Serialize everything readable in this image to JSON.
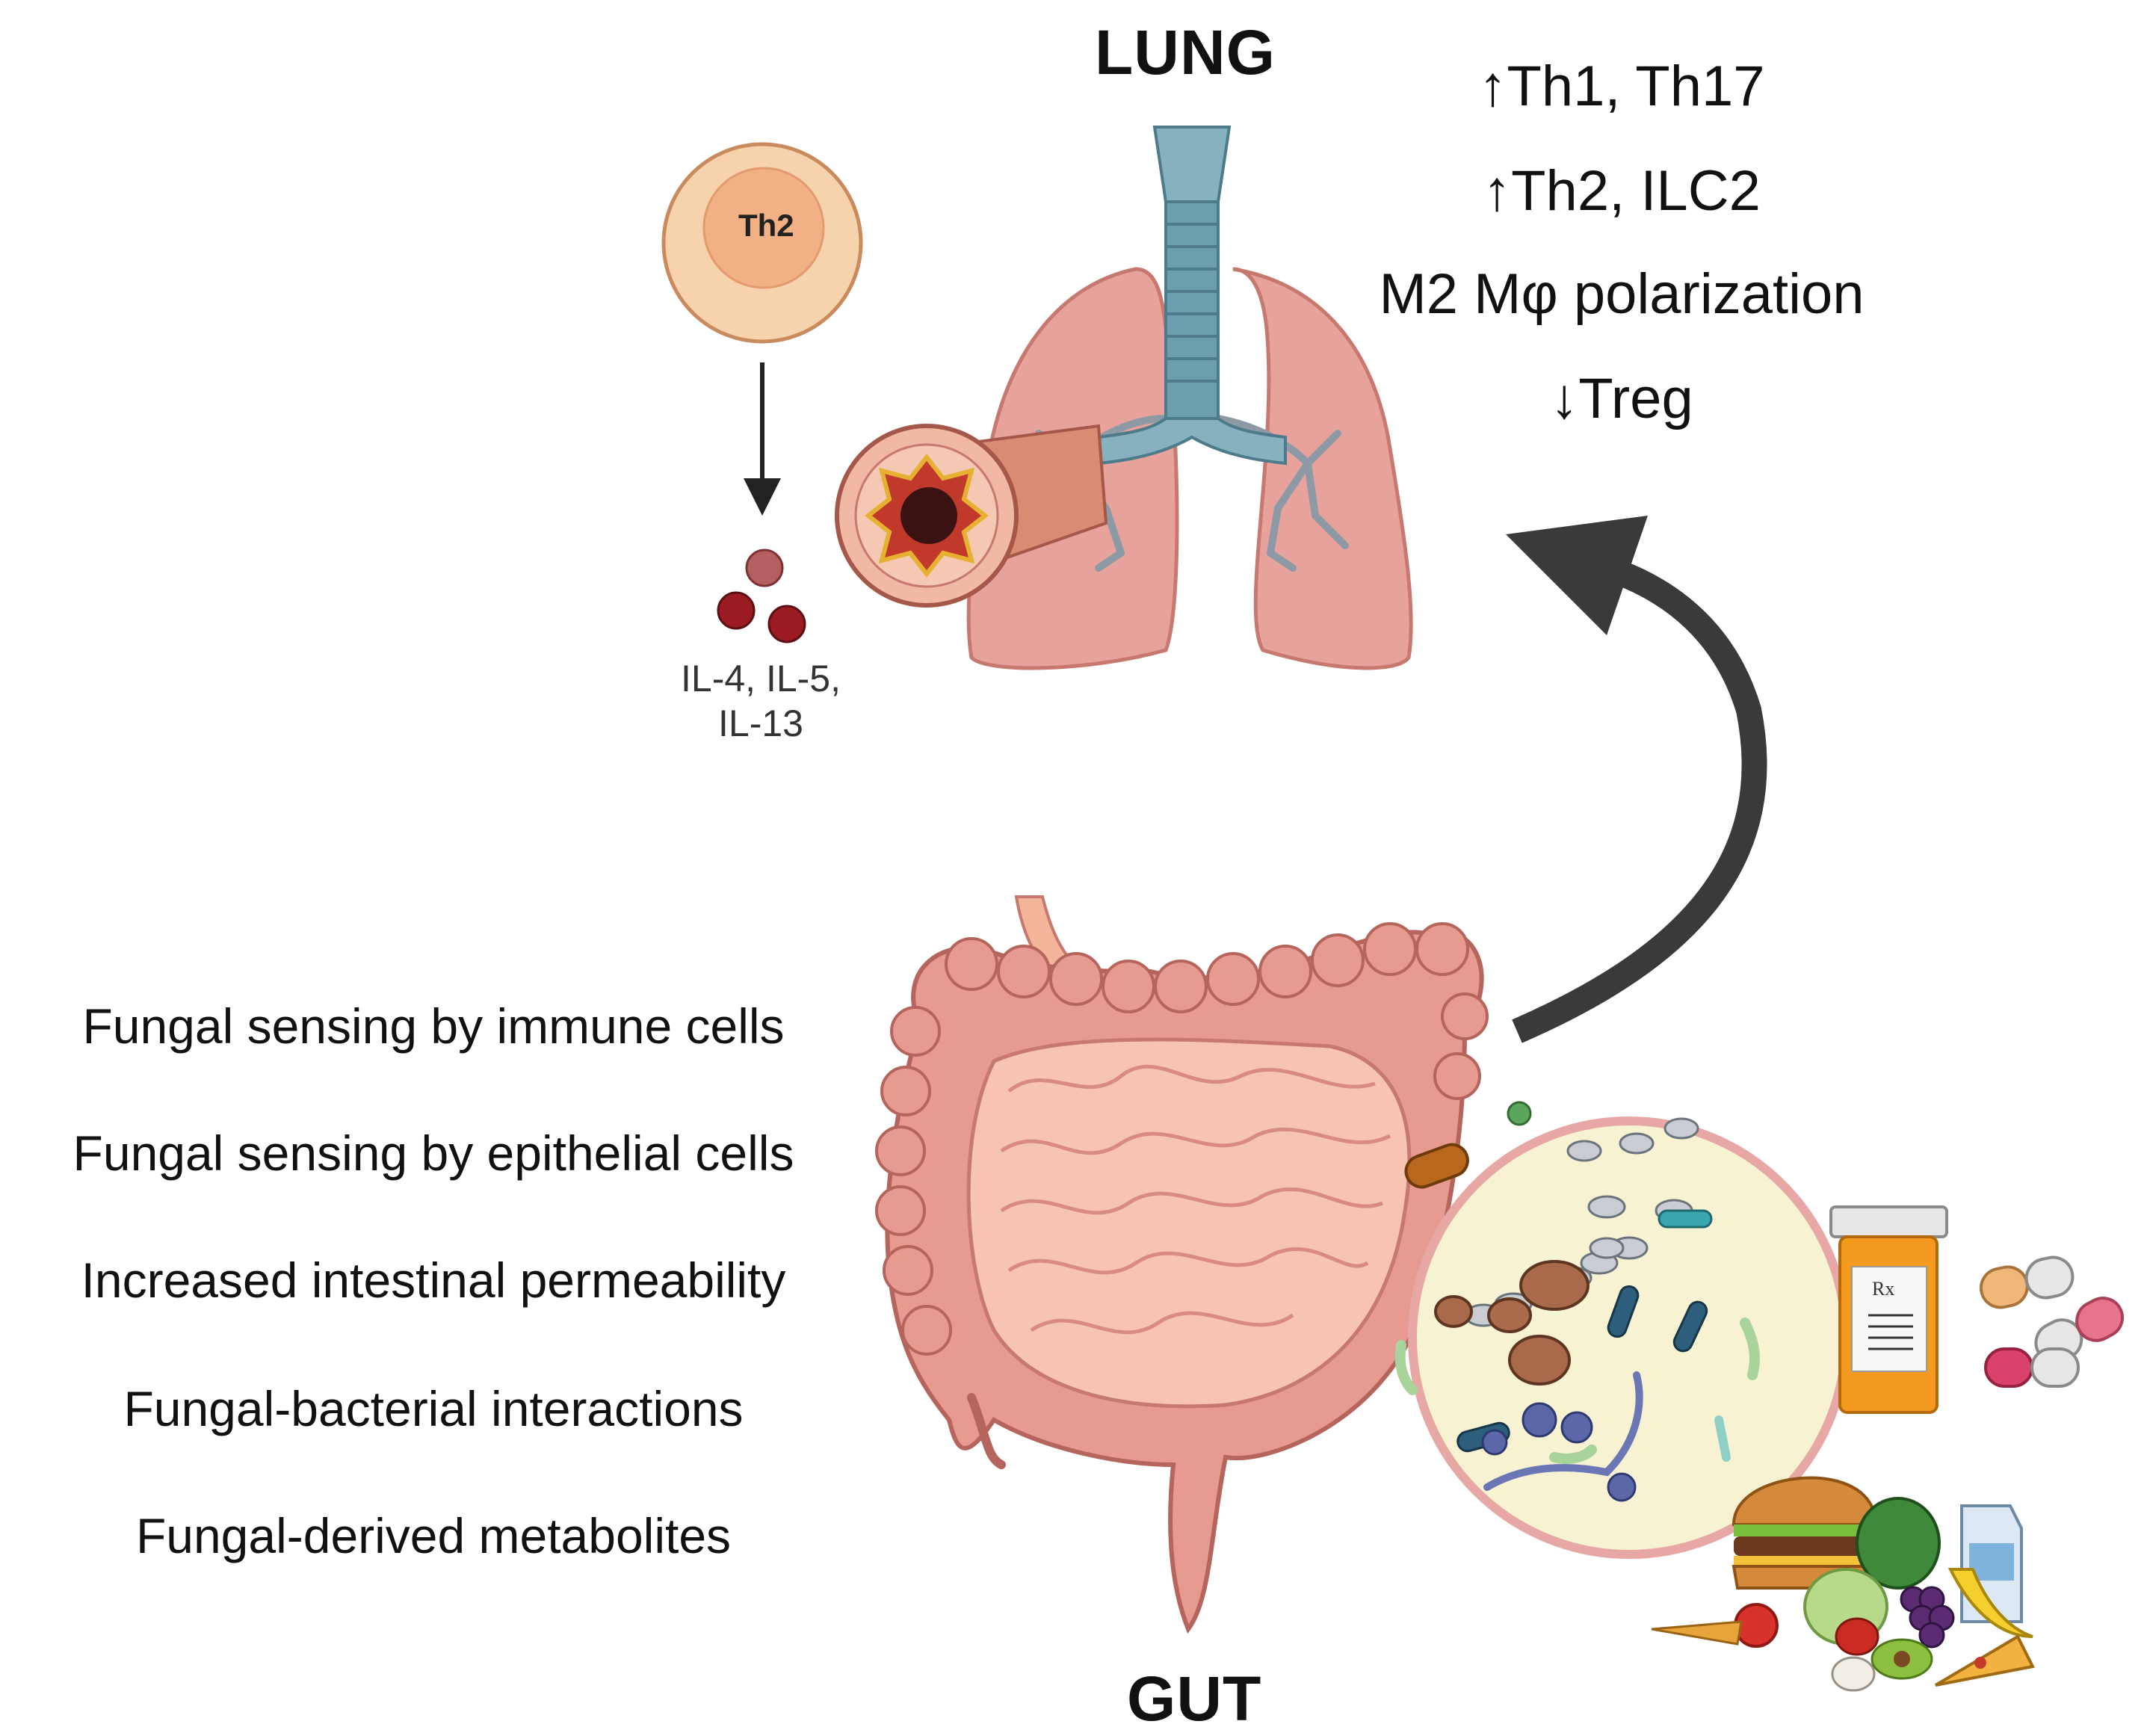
{
  "lung": {
    "title": "LUNG",
    "responses": [
      "↑Th1, Th17",
      "↑Th2, ILC2",
      "M2 Mφ polarization",
      "↓Treg"
    ]
  },
  "th2_cell": {
    "label": "Th2",
    "cytokines_line1": "IL-4, IL-5,",
    "cytokines_line2": "IL-13"
  },
  "gut": {
    "title": "GUT",
    "mechanisms": [
      "Fungal sensing by immune cells",
      "Fungal sensing by epithelial cells",
      "Increased intestinal permeability",
      "Fungal-bacterial interactions",
      "Fungal-derived metabolites"
    ]
  },
  "medication": {
    "rx_label": "Rx"
  },
  "colors": {
    "lung_tissue": "#e8a29c",
    "trachea": "#6b9fae",
    "intestine": "#e79a8f",
    "microbiome_bg": "#f7f3d2",
    "arrow": "#3a3a3a",
    "th2_outer": "#f7d3ad",
    "th2_inner": "#f2b185"
  },
  "icons": [
    "th2-cell-icon",
    "cytokine-icon",
    "lung-icon",
    "trachea-icon",
    "airway-crosssection-icon",
    "intestine-icon",
    "microbiome-icon",
    "pill-bottle-icon",
    "capsule-icon",
    "food-icon",
    "curved-arrow-icon"
  ]
}
